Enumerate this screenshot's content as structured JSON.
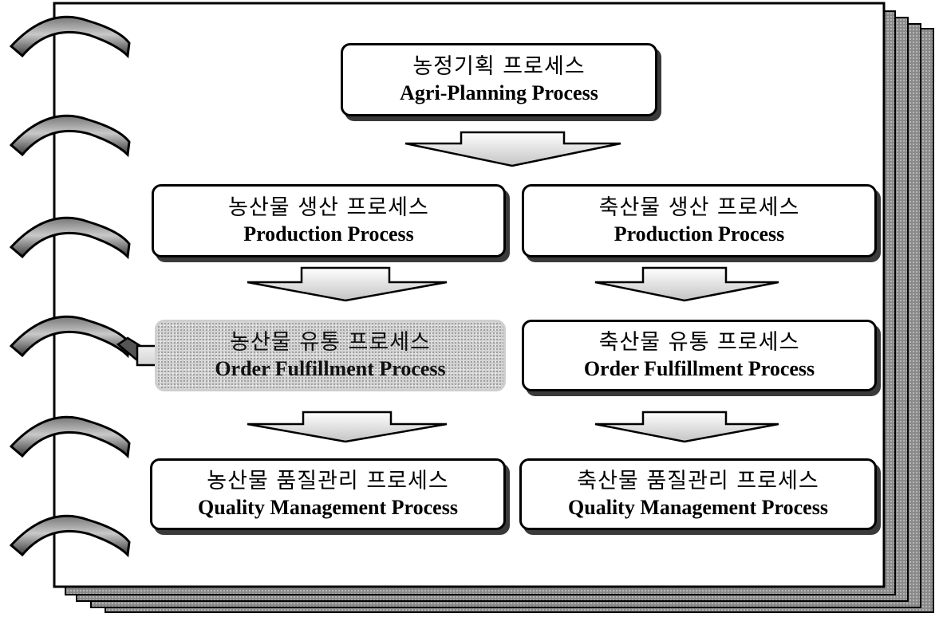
{
  "processes": {
    "planning": {
      "ko": "농정기획 프로세스",
      "en": "Agri-Planning Process"
    },
    "crop_production": {
      "ko": "농산물 생산 프로세스",
      "en": "Production Process"
    },
    "livestock_production": {
      "ko": "축산물 생산 프로세스",
      "en": "Production Process"
    },
    "crop_distribution": {
      "ko": "농산물 유통 프로세스",
      "en": "Order Fulfillment Process"
    },
    "livestock_distribution": {
      "ko": "축산물 유통 프로세스",
      "en": "Order Fulfillment Process"
    },
    "crop_quality": {
      "ko": "농산물 품질관리 프로세스",
      "en": "Quality Management Process"
    },
    "livestock_quality": {
      "ko": "축산물 품질관리 프로세스",
      "en": "Quality Management Process"
    }
  },
  "highlighted_process": "crop_distribution",
  "flow_arrows": [
    {
      "from": "planning",
      "to": "production"
    },
    {
      "from": "crop_production",
      "to": "crop_distribution"
    },
    {
      "from": "livestock_production",
      "to": "livestock_distribution"
    },
    {
      "from": "crop_distribution",
      "to": "crop_quality"
    },
    {
      "from": "livestock_distribution",
      "to": "livestock_quality"
    }
  ],
  "pointer_icon": "arrow-pointer-icon",
  "binder_rings": 6,
  "colors": {
    "line": "#000000",
    "highlight": "#cfcfcf",
    "arrow_fill": "#e0e0e0"
  }
}
